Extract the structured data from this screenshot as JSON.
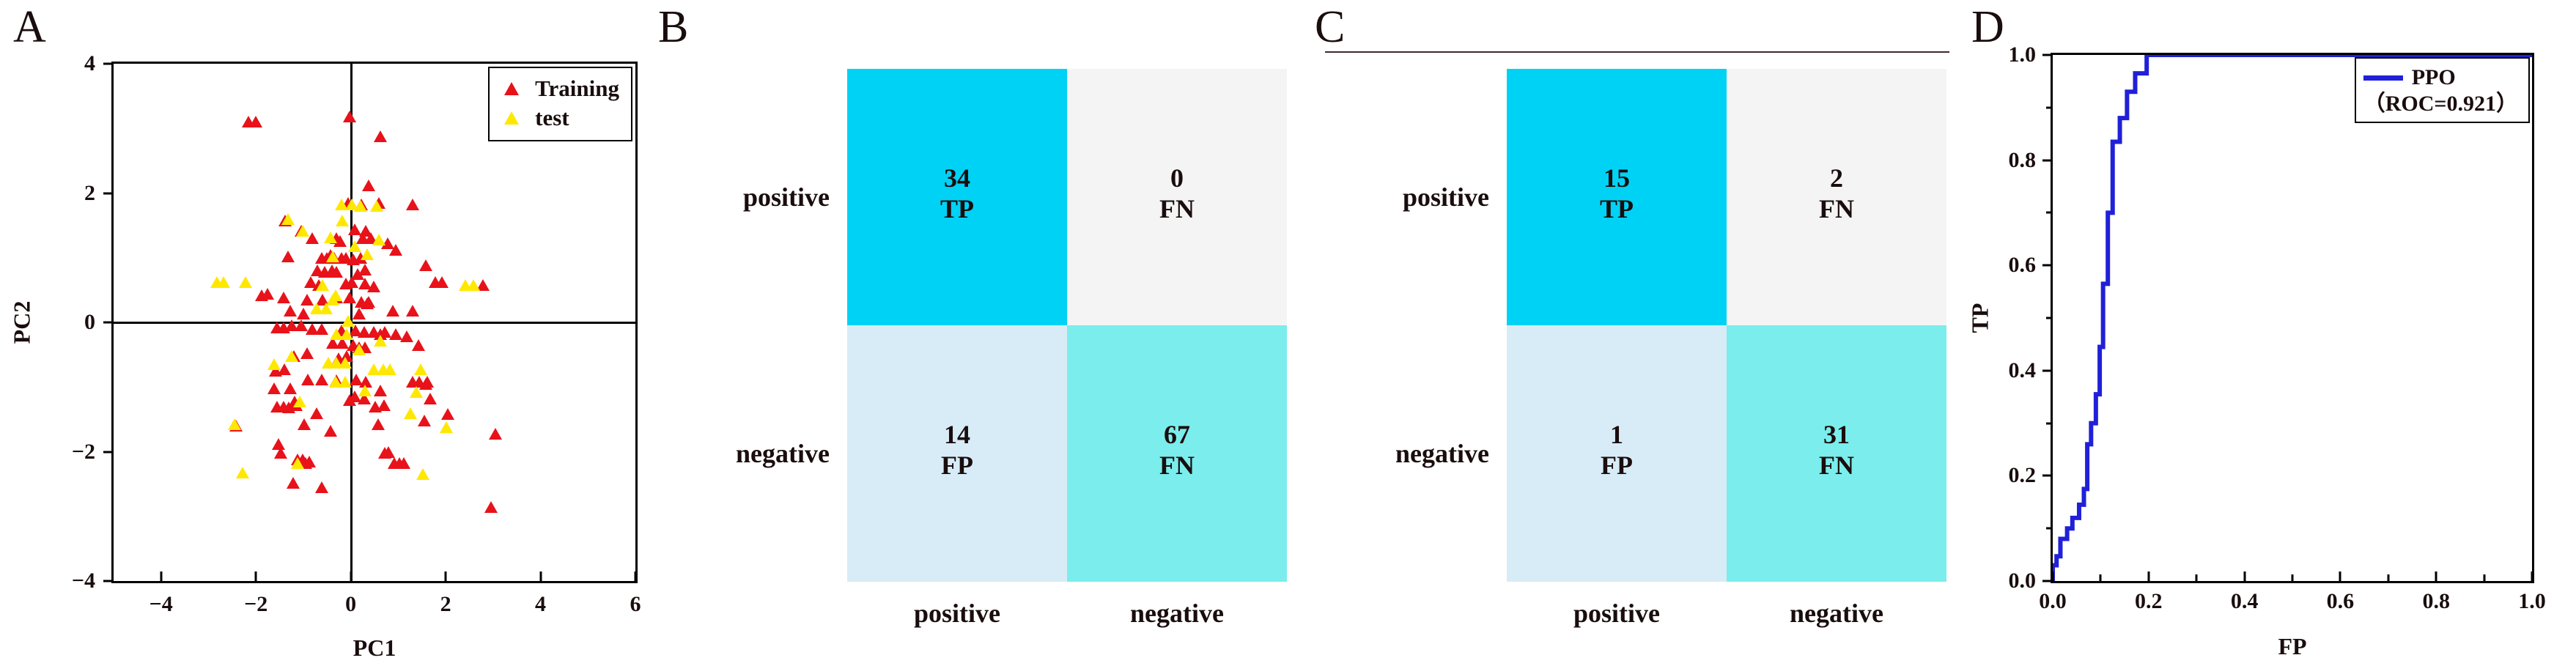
{
  "panels": {
    "a": {
      "letter": "A",
      "xlabel": "PC1",
      "ylabel": "PC2",
      "legend": [
        {
          "label": "Training",
          "color": "#e8121a",
          "marker": "triangle"
        },
        {
          "label": "test",
          "color": "#ffe800",
          "marker": "triangle"
        }
      ]
    },
    "b": {
      "letter": "B",
      "row_headers": [
        "positive",
        "negative"
      ],
      "col_headers": [
        "positive",
        "negative"
      ],
      "cells": [
        {
          "value": "34",
          "label": "TP",
          "color": "#00d2f5"
        },
        {
          "value": "0",
          "label": "FN",
          "color": "#f4f4f4"
        },
        {
          "value": "14",
          "label": "FP",
          "color": "#d8ecf7"
        },
        {
          "value": "67",
          "label": "FN",
          "color": "#7bedec"
        }
      ]
    },
    "c": {
      "letter": "C",
      "row_headers": [
        "positive",
        "negative"
      ],
      "col_headers": [
        "positive",
        "negative"
      ],
      "cells": [
        {
          "value": "15",
          "label": "TP",
          "color": "#00d2f5"
        },
        {
          "value": "2",
          "label": "FN",
          "color": "#f4f4f4"
        },
        {
          "value": "1",
          "label": "FP",
          "color": "#d8ecf7"
        },
        {
          "value": "31",
          "label": "FN",
          "color": "#7bedec"
        }
      ]
    },
    "d": {
      "letter": "D",
      "xlabel": "FP",
      "ylabel": "TP",
      "legend_name": "PPO",
      "legend_metric": "（ROC=0.921）",
      "legend_color": "#2020d8"
    }
  },
  "chart_data": [
    {
      "id": "panel_a_pca",
      "type": "scatter",
      "title": "A",
      "xlabel": "PC1",
      "ylabel": "PC2",
      "xlim": [
        -5,
        6
      ],
      "ylim": [
        -4,
        4
      ],
      "xticks": [
        -4,
        -2,
        0,
        2,
        4,
        6
      ],
      "yticks": [
        -4,
        -2,
        0,
        2,
        4
      ],
      "grid": false,
      "zero_lines": true,
      "legend_position": "top-right",
      "series": [
        {
          "name": "Training",
          "color": "#e8121a",
          "marker": "triangle",
          "points": [
            [
              -2.15,
              3.1
            ],
            [
              -2.0,
              3.1
            ],
            [
              -0.02,
              3.18
            ],
            [
              0.62,
              2.88
            ],
            [
              0.38,
              2.12
            ],
            [
              -0.05,
              1.85
            ],
            [
              0.22,
              1.83
            ],
            [
              0.6,
              1.85
            ],
            [
              1.3,
              1.82
            ],
            [
              -1.38,
              1.58
            ],
            [
              -1.05,
              1.42
            ],
            [
              -0.82,
              1.3
            ],
            [
              -0.3,
              1.3
            ],
            [
              -0.22,
              1.26
            ],
            [
              0.08,
              1.44
            ],
            [
              0.32,
              1.42
            ],
            [
              0.25,
              1.3
            ],
            [
              0.42,
              1.3
            ],
            [
              0.78,
              1.22
            ],
            [
              -1.32,
              1.02
            ],
            [
              -0.62,
              1.0
            ],
            [
              -0.5,
              1.0
            ],
            [
              -0.42,
              1.04
            ],
            [
              -0.35,
              1.0
            ],
            [
              -0.2,
              1.0
            ],
            [
              -0.1,
              1.0
            ],
            [
              0.05,
              0.98
            ],
            [
              0.2,
              1.0
            ],
            [
              0.95,
              1.12
            ],
            [
              -0.7,
              0.8
            ],
            [
              -0.55,
              0.78
            ],
            [
              -0.4,
              0.8
            ],
            [
              -0.3,
              0.78
            ],
            [
              0.15,
              0.75
            ],
            [
              0.3,
              0.82
            ],
            [
              1.58,
              0.88
            ],
            [
              -0.85,
              0.62
            ],
            [
              -0.68,
              0.58
            ],
            [
              -0.1,
              0.6
            ],
            [
              0.02,
              0.62
            ],
            [
              0.3,
              0.6
            ],
            [
              0.48,
              0.55
            ],
            [
              1.78,
              0.62
            ],
            [
              1.92,
              0.62
            ],
            [
              2.78,
              0.58
            ],
            [
              -1.88,
              0.42
            ],
            [
              -1.75,
              0.44
            ],
            [
              -1.42,
              0.38
            ],
            [
              -0.92,
              0.35
            ],
            [
              -0.6,
              0.35
            ],
            [
              -0.3,
              0.38
            ],
            [
              -0.02,
              0.38
            ],
            [
              0.22,
              0.32
            ],
            [
              0.38,
              0.32
            ],
            [
              0.35,
              0.3
            ],
            [
              -1.28,
              0.18
            ],
            [
              -1.0,
              0.14
            ],
            [
              0.18,
              0.14
            ],
            [
              0.88,
              0.18
            ],
            [
              1.3,
              0.18
            ],
            [
              -1.55,
              -0.08
            ],
            [
              -1.42,
              -0.08
            ],
            [
              -1.25,
              -0.05
            ],
            [
              -1.05,
              -0.05
            ],
            [
              -0.82,
              -0.1
            ],
            [
              -0.62,
              -0.1
            ],
            [
              -0.2,
              -0.12
            ],
            [
              0.1,
              -0.12
            ],
            [
              0.28,
              -0.15
            ],
            [
              0.48,
              -0.15
            ],
            [
              0.62,
              -0.18
            ],
            [
              0.72,
              -0.15
            ],
            [
              0.95,
              -0.18
            ],
            [
              1.18,
              -0.22
            ],
            [
              -0.38,
              -0.32
            ],
            [
              -0.18,
              -0.32
            ],
            [
              0.05,
              -0.35
            ],
            [
              0.18,
              -0.38
            ],
            [
              0.3,
              -0.38
            ],
            [
              1.42,
              -0.35
            ],
            [
              -1.2,
              -0.52
            ],
            [
              -0.92,
              -0.48
            ],
            [
              -0.25,
              -0.55
            ],
            [
              -0.08,
              -0.52
            ],
            [
              -1.58,
              -0.75
            ],
            [
              -1.4,
              -0.72
            ],
            [
              -0.9,
              -0.88
            ],
            [
              -0.62,
              -0.88
            ],
            [
              -0.3,
              -0.9
            ],
            [
              0.12,
              -0.88
            ],
            [
              0.32,
              -0.92
            ],
            [
              1.3,
              -0.92
            ],
            [
              1.45,
              -0.92
            ],
            [
              1.58,
              -0.95
            ],
            [
              1.62,
              -0.92
            ],
            [
              0.08,
              -1.15
            ],
            [
              0.28,
              -1.18
            ],
            [
              -1.55,
              -1.3
            ],
            [
              -1.42,
              -1.3
            ],
            [
              -1.3,
              -1.32
            ],
            [
              -1.15,
              -1.28
            ],
            [
              -0.72,
              -1.4
            ],
            [
              2.05,
              -1.42
            ],
            [
              -2.42,
              -1.6
            ],
            [
              -0.42,
              -1.68
            ],
            [
              3.05,
              -1.72
            ],
            [
              -1.52,
              -1.88
            ],
            [
              -1.48,
              -2.02
            ],
            [
              -1.12,
              -2.12
            ],
            [
              -1.02,
              -2.12
            ],
            [
              -0.88,
              -2.15
            ],
            [
              -0.95,
              -2.18
            ],
            [
              0.72,
              -2.02
            ],
            [
              0.8,
              -2.0
            ],
            [
              0.92,
              -2.18
            ],
            [
              1.02,
              -2.18
            ],
            [
              1.12,
              -2.18
            ],
            [
              -1.22,
              -2.48
            ],
            [
              -0.62,
              -2.55
            ],
            [
              2.95,
              -2.85
            ],
            [
              -0.02,
              -1.2
            ],
            [
              -1.18,
              -1.22
            ],
            [
              -0.98,
              -1.58
            ],
            [
              0.58,
              -1.58
            ],
            [
              1.55,
              -1.52
            ],
            [
              -1.62,
              -1.02
            ],
            [
              -1.28,
              -1.02
            ],
            [
              0.52,
              -1.3
            ],
            [
              0.7,
              -1.28
            ],
            [
              0.62,
              -1.05
            ],
            [
              1.68,
              -1.18
            ]
          ]
        },
        {
          "name": "test",
          "color": "#ffe800",
          "marker": "triangle",
          "points": [
            [
              -0.2,
              1.82
            ],
            [
              0.02,
              1.82
            ],
            [
              0.2,
              1.8
            ],
            [
              0.55,
              1.8
            ],
            [
              -1.32,
              1.6
            ],
            [
              -1.02,
              1.42
            ],
            [
              -0.18,
              1.58
            ],
            [
              -0.42,
              1.32
            ],
            [
              0.6,
              1.28
            ],
            [
              0.08,
              1.18
            ],
            [
              -0.38,
              1.02
            ],
            [
              0.35,
              1.05
            ],
            [
              -2.82,
              0.62
            ],
            [
              -2.68,
              0.62
            ],
            [
              -2.22,
              0.62
            ],
            [
              2.42,
              0.58
            ],
            [
              2.58,
              0.58
            ],
            [
              -0.6,
              0.58
            ],
            [
              -0.38,
              0.35
            ],
            [
              -0.32,
              0.42
            ],
            [
              -0.72,
              0.22
            ],
            [
              -0.52,
              0.22
            ],
            [
              -0.05,
              0.02
            ],
            [
              0.62,
              -0.28
            ],
            [
              0.18,
              -0.42
            ],
            [
              -1.25,
              -0.52
            ],
            [
              -0.48,
              -0.62
            ],
            [
              -0.3,
              -0.62
            ],
            [
              -0.12,
              -0.62
            ],
            [
              -1.62,
              -0.65
            ],
            [
              0.48,
              -0.72
            ],
            [
              0.68,
              -0.72
            ],
            [
              0.82,
              -0.72
            ],
            [
              1.48,
              -0.72
            ],
            [
              -0.32,
              -0.92
            ],
            [
              -0.12,
              -0.92
            ],
            [
              0.3,
              -1.05
            ],
            [
              1.38,
              -1.08
            ],
            [
              1.25,
              -1.4
            ],
            [
              2.02,
              -1.62
            ],
            [
              -2.45,
              -1.58
            ],
            [
              -1.08,
              -1.22
            ],
            [
              -1.12,
              -2.18
            ],
            [
              -2.28,
              -2.32
            ],
            [
              1.52,
              -2.35
            ],
            [
              -0.08,
              -0.18
            ],
            [
              -0.3,
              -0.18
            ]
          ]
        }
      ]
    },
    {
      "id": "panel_b_confusion_matrix",
      "type": "table",
      "title": "B",
      "row_headers": [
        "positive",
        "negative"
      ],
      "col_headers": [
        "positive",
        "negative"
      ],
      "values": [
        [
          34,
          0
        ],
        [
          14,
          67
        ]
      ],
      "cell_labels": [
        [
          "TP",
          "FN"
        ],
        [
          "FP",
          "FN"
        ]
      ],
      "cell_colors": [
        [
          "#00d2f5",
          "#f4f4f4"
        ],
        [
          "#d8ecf7",
          "#7bedec"
        ]
      ]
    },
    {
      "id": "panel_c_confusion_matrix",
      "type": "table",
      "title": "C",
      "row_headers": [
        "positive",
        "negative"
      ],
      "col_headers": [
        "positive",
        "negative"
      ],
      "values": [
        [
          15,
          2
        ],
        [
          1,
          31
        ]
      ],
      "cell_labels": [
        [
          "TP",
          "FN"
        ],
        [
          "FP",
          "FN"
        ]
      ],
      "cell_colors": [
        [
          "#00d2f5",
          "#f4f4f4"
        ],
        [
          "#d8ecf7",
          "#7bedec"
        ]
      ]
    },
    {
      "id": "panel_d_roc",
      "type": "line",
      "title": "D",
      "xlabel": "FP",
      "ylabel": "TP",
      "xlim": [
        0.0,
        1.0
      ],
      "ylim": [
        0.0,
        1.0
      ],
      "xticks": [
        0.0,
        0.2,
        0.4,
        0.6,
        0.8,
        1.0
      ],
      "yticks": [
        0.0,
        0.2,
        0.4,
        0.6,
        0.8,
        1.0
      ],
      "minor_ticks": true,
      "grid": false,
      "legend_position": "top-right",
      "annotations": [
        "PPO",
        "（ROC=0.921）"
      ],
      "series": [
        {
          "name": "PPO",
          "color": "#2020d8",
          "auc": 0.921,
          "drawstyle": "steps-post",
          "x": [
            0.0,
            0.0,
            0.008,
            0.008,
            0.016,
            0.016,
            0.03,
            0.03,
            0.041,
            0.041,
            0.055,
            0.055,
            0.065,
            0.065,
            0.072,
            0.072,
            0.08,
            0.08,
            0.09,
            0.09,
            0.098,
            0.098,
            0.105,
            0.105,
            0.115,
            0.115,
            0.125,
            0.125,
            0.14,
            0.14,
            0.155,
            0.155,
            0.172,
            0.172,
            0.196,
            0.196,
            1.0
          ],
          "y": [
            0.0,
            0.03,
            0.03,
            0.047,
            0.047,
            0.08,
            0.08,
            0.1,
            0.1,
            0.12,
            0.12,
            0.145,
            0.145,
            0.175,
            0.175,
            0.26,
            0.26,
            0.3,
            0.3,
            0.355,
            0.355,
            0.445,
            0.445,
            0.565,
            0.565,
            0.7,
            0.7,
            0.835,
            0.835,
            0.88,
            0.88,
            0.93,
            0.93,
            0.965,
            0.965,
            1.0,
            1.0
          ]
        }
      ]
    }
  ]
}
